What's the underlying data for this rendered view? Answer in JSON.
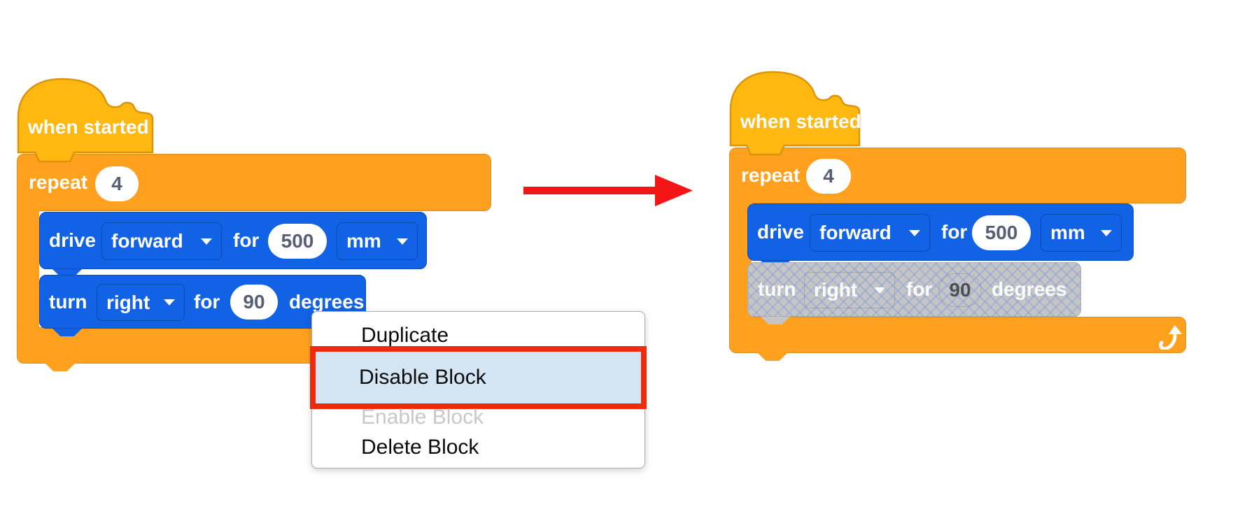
{
  "colors": {
    "hat_fill": "#FFB810",
    "hat_stroke": "#DA940E",
    "loop_fill": "#FFA01F",
    "loop_stroke": "#DB8E20",
    "move_fill": "#1162E4",
    "move_stroke": "#0D4CBE",
    "disabled_fill": "#C5C5C5",
    "disabled_stroke": "#ABABAB",
    "input_bg": "#FFFFFF",
    "input_text": "#575E75",
    "block_text": "#FFFFFF",
    "menu_bg": "#FFFFFF",
    "menu_border": "#ABABAB",
    "menu_text": "#0B0B0B",
    "menu_disabled_text": "#C8C8C8",
    "menu_highlight_fill": "#D4E5F4",
    "menu_highlight_border": "#EE2B0C",
    "arrow": "#F41616"
  },
  "before": {
    "hat_label": "when started",
    "repeat_label": "repeat",
    "repeat_count": "4",
    "drive": {
      "verb": "drive",
      "direction": "forward",
      "preposition": "for",
      "distance": "500",
      "unit": "mm"
    },
    "turn": {
      "verb": "turn",
      "direction": "right",
      "preposition": "for",
      "angle": "90",
      "unit": "degrees"
    }
  },
  "after": {
    "hat_label": "when started",
    "repeat_label": "repeat",
    "repeat_count": "4",
    "drive": {
      "verb": "drive",
      "direction": "forward",
      "preposition": "for",
      "distance": "500",
      "unit": "mm"
    },
    "turn": {
      "verb": "turn",
      "direction": "right",
      "preposition": "for",
      "angle": "90",
      "unit": "degrees",
      "state": "disabled"
    }
  },
  "context_menu": {
    "items": [
      {
        "label": "Duplicate",
        "state": "normal"
      },
      {
        "label": "Disable Block",
        "state": "selected"
      },
      {
        "label": "Enable Block",
        "state": "disabled"
      },
      {
        "label": "Delete Block",
        "state": "normal"
      }
    ]
  },
  "icons": {
    "dropdown_arrow": "triangle-down",
    "repeat_loop": "curved-arrow-up",
    "transform_arrow": "red-right-arrow"
  }
}
